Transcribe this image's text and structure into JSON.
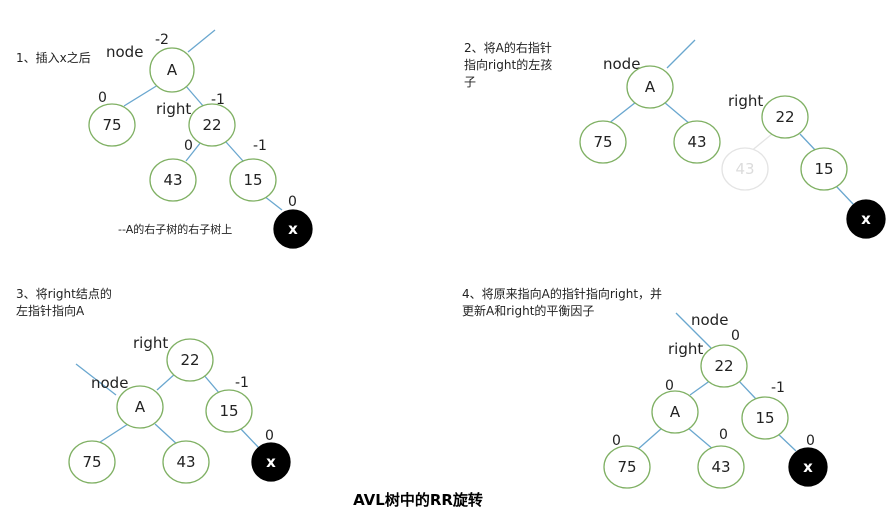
{
  "title": "AVL树中的RR旋转",
  "panels": [
    {
      "caption": [
        "1、插入x之后"
      ],
      "labels": {
        "node": "node",
        "right": "right"
      },
      "balance": {
        "A": "-2",
        "n75": "0",
        "n22": "-1",
        "n43": "0",
        "n15": "-1",
        "x": "0"
      },
      "nodes": {
        "A": "A",
        "n75": "75",
        "n22": "22",
        "n43": "43",
        "n15": "15",
        "x": "x"
      },
      "note": "--A的右子树的右子树上"
    },
    {
      "caption": [
        "2、将A的右指针",
        "指向right的左孩",
        "子"
      ],
      "labels": {
        "node": "node",
        "right": "right"
      },
      "nodes": {
        "A": "A",
        "n75": "75",
        "n43": "43",
        "n22": "22",
        "n43faded": "43",
        "n15": "15",
        "x": "x"
      }
    },
    {
      "caption": [
        "3、将right结点的",
        "左指针指向A"
      ],
      "labels": {
        "node": "node",
        "right": "right"
      },
      "balance": {
        "n15": "-1",
        "x": "0"
      },
      "nodes": {
        "n22": "22",
        "A": "A",
        "n15": "15",
        "n75": "75",
        "n43": "43",
        "x": "x"
      }
    },
    {
      "caption": [
        "4、将原来指向A的指针指向right，并",
        "更新A和right的平衡因子"
      ],
      "labels": {
        "node": "node",
        "right": "right"
      },
      "balance": {
        "n22": "0",
        "A": "0",
        "n15": "-1",
        "n75": "0",
        "n43": "0",
        "x": "0"
      },
      "nodes": {
        "n22": "22",
        "A": "A",
        "n15": "15",
        "n75": "75",
        "n43": "43",
        "x": "x"
      }
    }
  ]
}
